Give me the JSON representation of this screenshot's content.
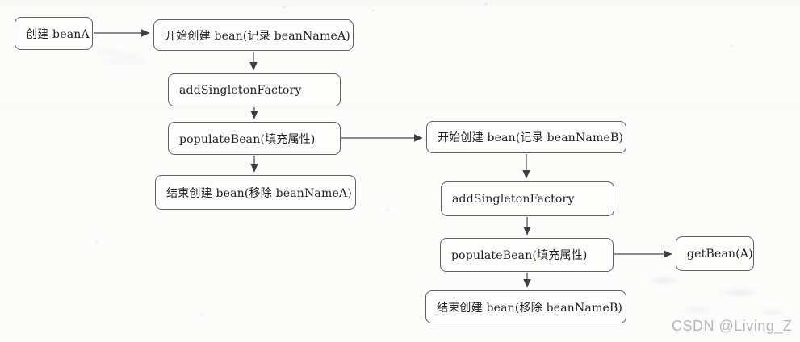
{
  "diagram": {
    "nodes": [
      {
        "id": "create-beanA",
        "label": "创建 beanA"
      },
      {
        "id": "start-create-beanA",
        "label": "开始创建 bean(记录 beanNameA)"
      },
      {
        "id": "add-singleton-factory-a",
        "label": "addSingletonFactory"
      },
      {
        "id": "populate-bean-a",
        "label": "populateBean(填充属性)"
      },
      {
        "id": "end-create-beanA",
        "label": "结束创建 bean(移除 beanNameA)"
      },
      {
        "id": "start-create-beanB",
        "label": "开始创建 bean(记录 beanNameB)"
      },
      {
        "id": "add-singleton-factory-b",
        "label": "addSingletonFactory"
      },
      {
        "id": "populate-bean-b",
        "label": "populateBean(填充属性)"
      },
      {
        "id": "get-bean-a",
        "label": "getBean(A)"
      },
      {
        "id": "end-create-beanB",
        "label": "结束创建 bean(移除 beanNameB)"
      }
    ],
    "edges": [
      {
        "from": "create-beanA",
        "to": "start-create-beanA"
      },
      {
        "from": "start-create-beanA",
        "to": "add-singleton-factory-a"
      },
      {
        "from": "add-singleton-factory-a",
        "to": "populate-bean-a"
      },
      {
        "from": "populate-bean-a",
        "to": "end-create-beanA"
      },
      {
        "from": "populate-bean-a",
        "to": "start-create-beanB"
      },
      {
        "from": "start-create-beanB",
        "to": "add-singleton-factory-b"
      },
      {
        "from": "add-singleton-factory-b",
        "to": "populate-bean-b"
      },
      {
        "from": "populate-bean-b",
        "to": "get-bean-a"
      },
      {
        "from": "populate-bean-b",
        "to": "end-create-beanB"
      }
    ]
  },
  "watermark": {
    "text": "CSDN @Living_Z"
  },
  "colors": {
    "background": "#fcfcfb",
    "node_border": "#606060",
    "node_text": "#1f1f1f",
    "arrow": "#3d3d3d",
    "watermark_text": "#b9b9b9"
  }
}
